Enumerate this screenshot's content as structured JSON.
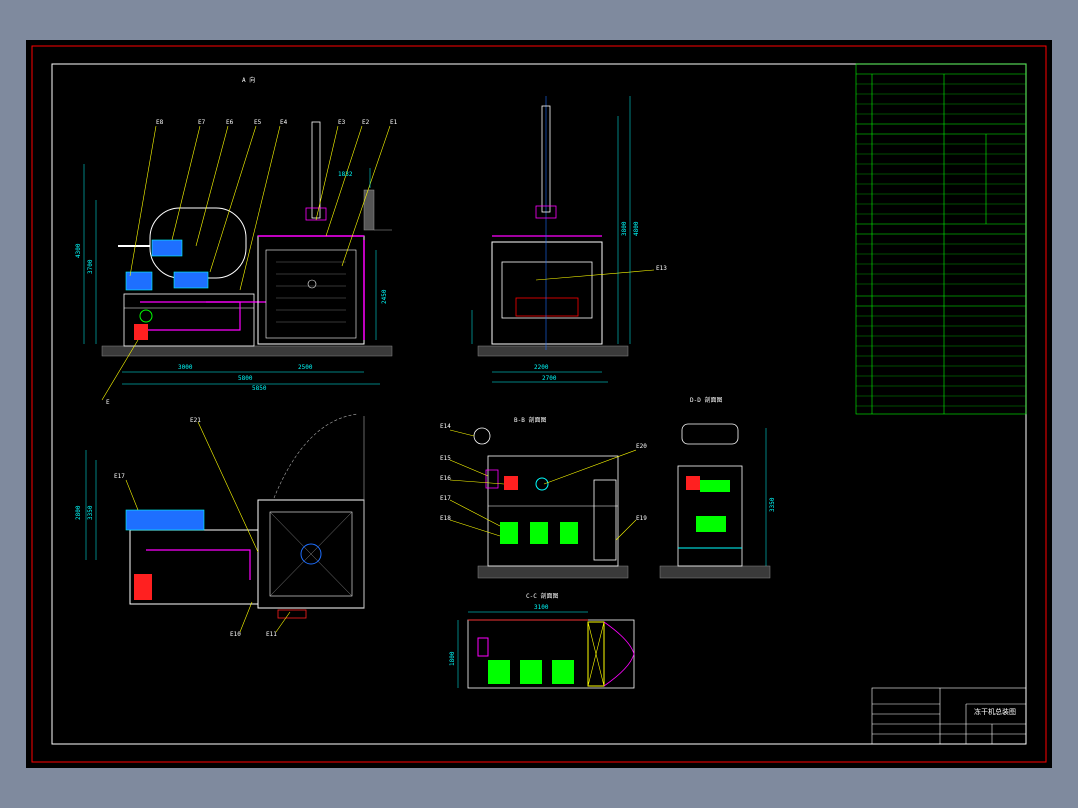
{
  "views": {
    "front_title": "A 向",
    "section_b": "B-B 剖面图",
    "section_c": "C-C 剖面图",
    "section_d": "D-D 剖面图"
  },
  "callouts_front": [
    "E8",
    "E7",
    "E6",
    "E5",
    "E4",
    "E3",
    "E2",
    "E1"
  ],
  "callouts_misc": {
    "bottom_left": "E",
    "side_view": "E13",
    "plan_top": "E21",
    "plan_left": "E17",
    "plan_bottom_a": "E10",
    "plan_bottom_b": "E11",
    "sec_e14": "E14",
    "sec_e15": "E15",
    "sec_e16": "E16",
    "sec_e17": "E17",
    "sec_e18": "E18",
    "sec_e19": "E19",
    "sec_e20": "E20"
  },
  "dimensions": {
    "front_left": "3000",
    "front_right": "2500",
    "front_total": "5800",
    "front_total_b": "5850",
    "front_h1": "4300",
    "front_h2": "3700",
    "front_h3": "2450",
    "front_gap": "1832",
    "side_w1": "2200",
    "side_w2": "2700",
    "side_h1": "3800",
    "side_h2": "4800",
    "plan_h1": "2800",
    "plan_h2": "3350",
    "cc_w": "3100",
    "cc_h": "1800",
    "bb_h": "3350"
  },
  "title_block": {
    "title": "冻干机总装图"
  },
  "colors": {
    "border_red": "#ff0000",
    "frame_white": "#ffffff",
    "table_green": "#00ff00",
    "dim_cyan": "#00ffff",
    "leader_yellow": "#ffff00",
    "pipe_magenta": "#ff00ff",
    "pump_green": "#00ff00",
    "motor_red": "#ff2020",
    "tank_blue": "#1e6fff"
  }
}
